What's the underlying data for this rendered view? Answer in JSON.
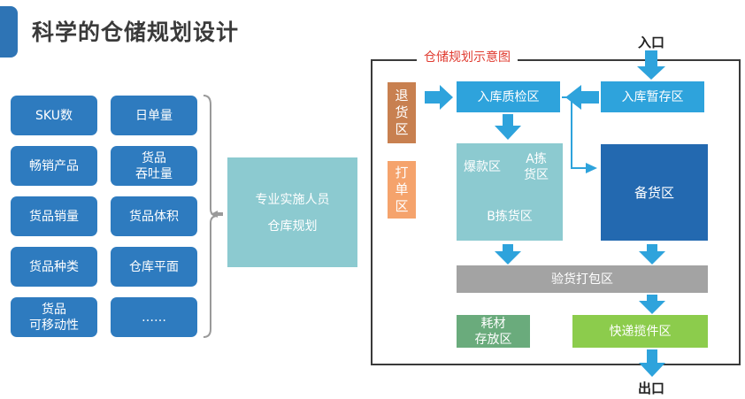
{
  "title": "科学的仓储规划设计",
  "factors": {
    "col1": [
      "SKU数",
      "畅销产品",
      "货品销量",
      "货品种类",
      "货品\n可移动性"
    ],
    "col2": [
      "日单量",
      "货品\n吞吐量",
      "货品体积",
      "仓库平面",
      "……"
    ]
  },
  "center": {
    "line1": "专业实施人员",
    "line2": "仓库规划"
  },
  "diagram": {
    "frame_title": "仓储规划示意图",
    "entrance": "入口",
    "exit": "出口",
    "zones": {
      "return_zone": "退\n货\n区",
      "print_zone": "打\n单\n区",
      "inspection_zone": "入库质检区",
      "staging_zone": "入库暂存区",
      "hot_zone": "爆款区",
      "a_pick_zone": "A拣\n货区",
      "b_pick_zone": "B拣货区",
      "stock_zone": "备货区",
      "check_pack_zone": "验货打包区",
      "consumables_zone": "耗材\n存放区",
      "express_zone": "快递揽件区"
    }
  },
  "colors": {
    "factor_blue": "#2e7bbf",
    "teal": "#8ccad0",
    "flow_blue": "#2ea3dc",
    "dark_blue": "#2369b0",
    "orange": "#f5a36c",
    "brown": "#c88050",
    "gray": "#a3a3a3",
    "green": "#6aab7c",
    "lime": "#8ccc4c",
    "title_red": "#e03c31"
  }
}
